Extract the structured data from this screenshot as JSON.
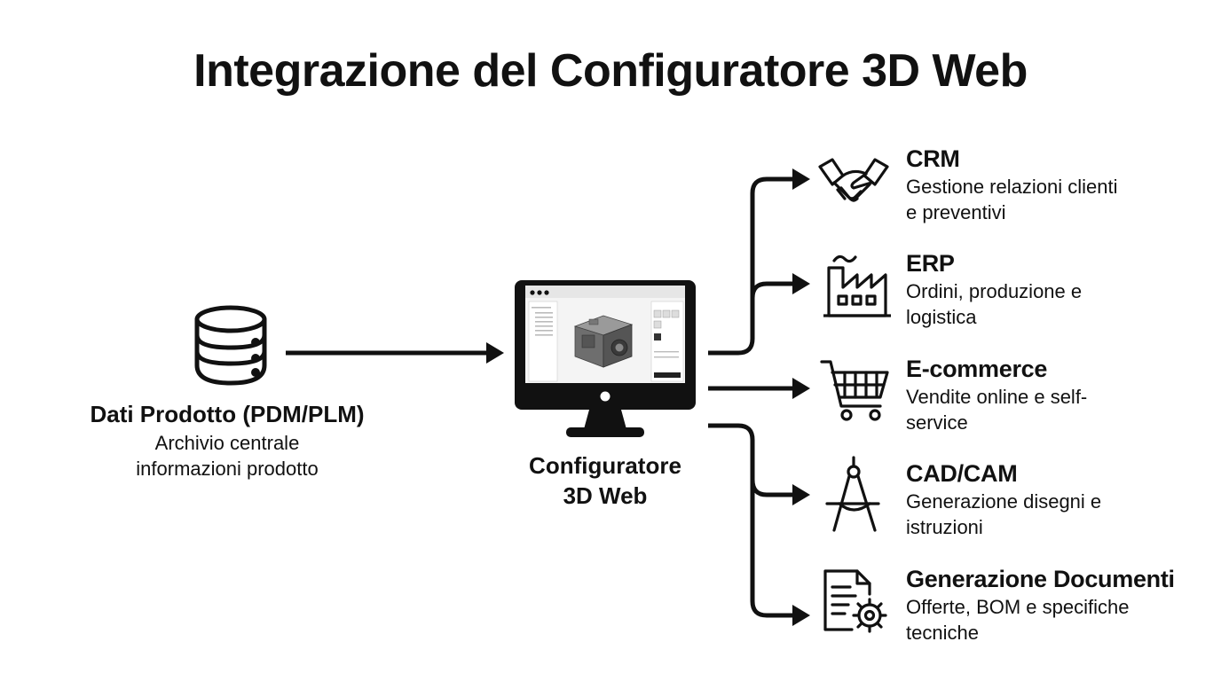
{
  "title": "Integrazione del Configuratore 3D Web",
  "source": {
    "title": "Dati Prodotto (PDM/PLM)",
    "desc_line1": "Archivio centrale",
    "desc_line2": "informazioni prodotto",
    "icon": "database-icon"
  },
  "configurator": {
    "line1": "Configuratore",
    "line2": "3D Web",
    "icon": "monitor-icon"
  },
  "targets": [
    {
      "title": "CRM",
      "desc1": "Gestione relazioni clienti",
      "desc2": "e preventivi",
      "icon": "handshake-icon"
    },
    {
      "title": "ERP",
      "desc1": "Ordini, produzione e",
      "desc2": "logistica",
      "icon": "factory-icon"
    },
    {
      "title": "E-commerce",
      "desc1": "Vendite online e self-",
      "desc2": "service",
      "icon": "shopping-cart-icon"
    },
    {
      "title": "CAD/CAM",
      "desc1": "Generazione disegni e",
      "desc2": "istruzioni",
      "icon": "drafting-compass-icon"
    },
    {
      "title": "Generazione Documenti",
      "desc1": "Offerte, BOM e specifiche",
      "desc2": "tecniche",
      "icon": "document-gear-icon"
    }
  ]
}
